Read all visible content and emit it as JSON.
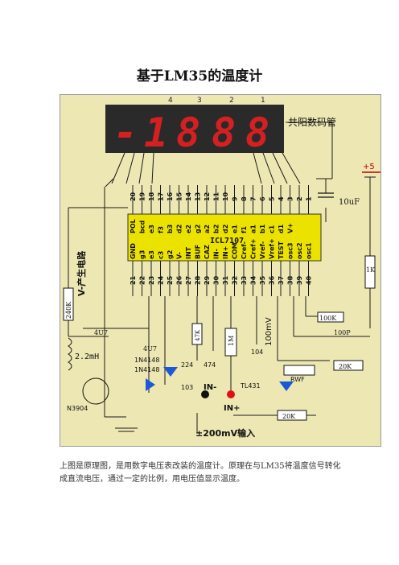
{
  "title": "基于LM35的温度计",
  "display": {
    "digit_numbers": [
      "4",
      "3",
      "2",
      "1"
    ],
    "label": "共阳数码管",
    "chars": [
      "-",
      "1",
      "8",
      "8",
      "8"
    ]
  },
  "chip": {
    "name": "ICL7107",
    "top_pins": [
      "20",
      "19",
      "18",
      "17",
      "16",
      "15",
      "14",
      "13",
      "12",
      "11",
      "10",
      "9",
      "8",
      "7",
      "6",
      "5",
      "4",
      "3",
      "2",
      "1"
    ],
    "top_labels": [
      "POL",
      "bcd",
      "e3",
      "f3",
      "b3",
      "d2",
      "e2",
      "g2",
      "a2",
      "b2",
      "d2",
      "e1",
      "f1",
      "a1",
      "b1",
      "c1",
      "d1",
      "V+"
    ],
    "bottom_pins": [
      "21",
      "22",
      "23",
      "24",
      "25",
      "26",
      "27",
      "28",
      "29",
      "30",
      "31",
      "32",
      "33",
      "34",
      "35",
      "36",
      "37",
      "38",
      "39",
      "40"
    ],
    "bottom_labels": [
      "GND",
      "g3",
      "e3",
      "c3",
      "g2",
      "V-",
      "INT",
      "BUF",
      "CAZ",
      "IN-",
      "IN+",
      "COM",
      "Cref-",
      "Cref+",
      "Vref-",
      "Vref+",
      "TEST",
      "osc3",
      "osc2",
      "osc1"
    ]
  },
  "components": {
    "vplus": "+5",
    "cap_10uf": "10uF",
    "res_1k": "1K",
    "v_neg_label": "V-产生电路",
    "res_240k": "240K",
    "cap_4u7_a": "4U7",
    "cap_4u7_b": "4U7",
    "inductor": "2.2mH",
    "diode_a": "1N4148",
    "diode_b": "1N4148",
    "transistor": "N3904",
    "cap_224": "224",
    "cap_474": "474",
    "res_47k": "47K",
    "res_1m": "1M",
    "cap_103": "103",
    "cap_104": "104",
    "res_100k": "100K",
    "cap_100p": "100P",
    "res_20k_a": "20K",
    "res_20k_b": "20K",
    "mv_label": "100mV",
    "rwf": "RWF",
    "tl431": "TL431",
    "in_neg": "IN-",
    "in_pos": "IN+",
    "input_label": "±200mV输入"
  },
  "caption": [
    "上图是原理图，是用数字电压表改装的温度计。原理在与LM35将温度信号转化",
    "成直流电压，通过一定的比例，用电压值显示温度。"
  ]
}
